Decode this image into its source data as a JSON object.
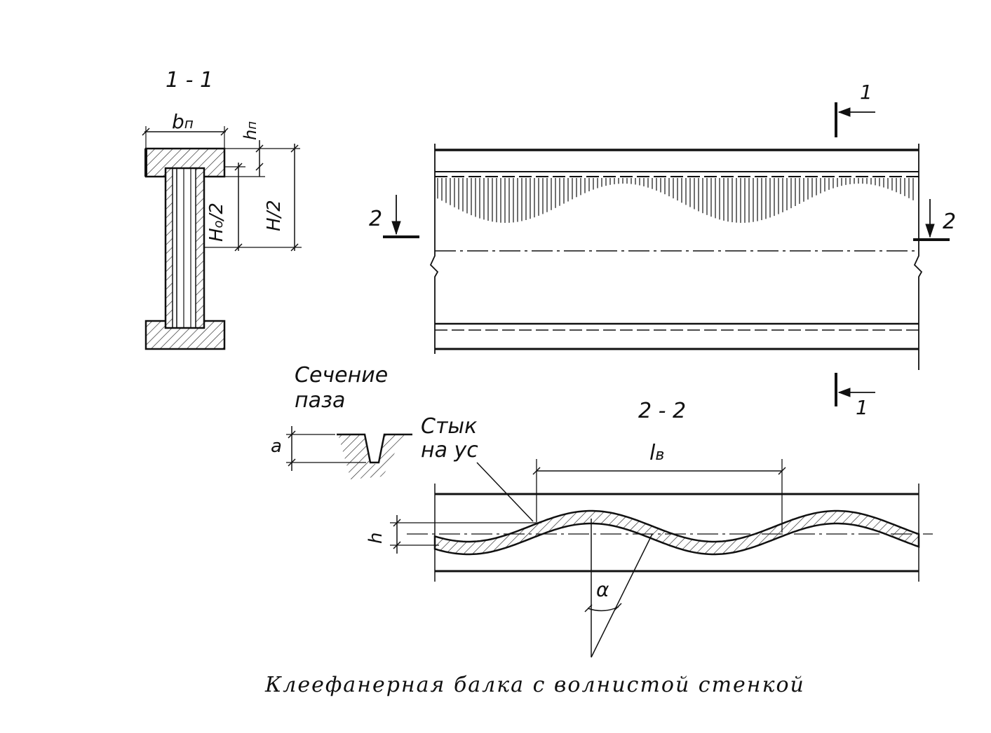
{
  "caption": "Клеефанерная балка с волнистой стенкой",
  "labels": {
    "section_1_1": "1 - 1",
    "section_2_2": "2 - 2",
    "bp": "b",
    "bp_sub": "п",
    "hp": "h",
    "hp_sub": "п",
    "h0_half": "H",
    "h0_half_sub": "о",
    "h0_half_tail": "/2",
    "h_half": "H/2",
    "cut_1_top": "1",
    "cut_1_bottom": "1",
    "cut_2_left": "2",
    "cut_2_right": "2",
    "groove_section_line1": "Сечение",
    "groove_section_line2": "паза",
    "groove_a": "a",
    "joint_line1": "Стык",
    "joint_line2": "на ус",
    "lv": "l",
    "lv_sub": "в",
    "h": "h",
    "alpha": "α"
  }
}
